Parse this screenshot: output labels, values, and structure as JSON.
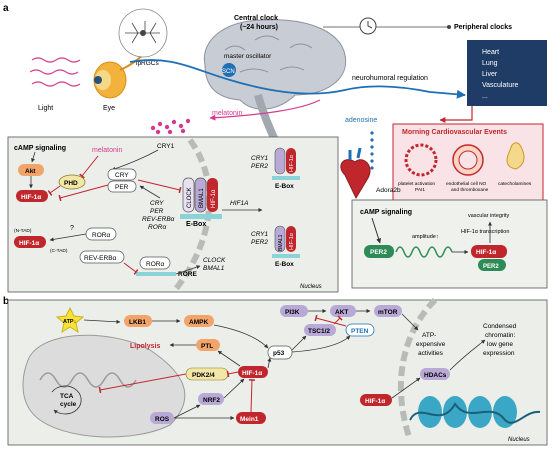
{
  "panel_a": {
    "label": "a",
    "light": "Light",
    "eye": "Eye",
    "iprgcs": "ipRGCs",
    "central_clock_line1": "Central clock",
    "central_clock_line2": "(~24 hours)",
    "peripheral_clocks": "Peripheral clocks",
    "organs": [
      "Heart",
      "Lung",
      "Liver",
      "Vasculature",
      "..."
    ],
    "master_oscillator": "master oscillator",
    "scn": "SCN",
    "neurohumoral": "neurohumoral regulation",
    "melatonin_top": "melatonin",
    "adenosine": "adenosine",
    "morning_title": "Morning Cardiovascular Events",
    "events": [
      {
        "line1": "platelet activation",
        "line2": "PAI1"
      },
      {
        "line1": "endothelial cell NO",
        "line2": "and thromboxane"
      },
      {
        "line1": "catecholamines",
        "line2": ""
      }
    ],
    "adora2b": "Adora2b",
    "camp_right": "cAMP signaling",
    "per2": "PER2",
    "amplitude": "amplitude↑",
    "vascular": "vascular integrity",
    "hif_transcription": "HIF-1α transcription",
    "hif1a": "HIF-1α",
    "per2_small": "PER2",
    "nucleus": "Nucleus",
    "cry1": "CRY1",
    "camp_left": "cAMP signaling",
    "melatonin_left": "melatonin",
    "akt": "Akt",
    "phd": "PHD",
    "cry": "CRY",
    "per": "PER",
    "clock": "CLOCK",
    "bmal1": "BMAL1",
    "hif1a_vert": "HIF-1α",
    "ebox": "E-Box",
    "hif1a_gene": "HIF1A",
    "cry_per_top": [
      "CRY1",
      "PER2"
    ],
    "targets": [
      "CRY",
      "PER",
      "REV-ERBα",
      "RORα"
    ],
    "cry_per_bottom": [
      "CRY1",
      "PER2"
    ],
    "n_tad": "(N-TAD)",
    "c_tad": "(C-TAD)",
    "rora": "RORα",
    "reverba": "REV-ERBα",
    "rora2": "RORα",
    "rore": "RORE",
    "clock_bmal_targets": [
      "CLOCK",
      "BMAL1"
    ],
    "question": "?"
  },
  "panel_b": {
    "label": "b",
    "atp": "ATP↓",
    "lkb1": "LKB1",
    "ampk": "AMPK",
    "pi3k": "PI3K",
    "akt": "AKT",
    "mtor": "mTOR",
    "tsc": "TSC1/2",
    "pten": "PTEN",
    "atp_exp": [
      "ATP-",
      "expensive",
      "activities"
    ],
    "condensed": [
      "Condensed",
      "chromatin:",
      "low gene",
      "expression"
    ],
    "lipolysis": "Lipolysis",
    "ptl": "PTL",
    "p53": "p53",
    "pdk": "PDK2/4",
    "hif1a": "HIF-1α",
    "tca": [
      "TCA",
      "cycle"
    ],
    "nrf2": "NRF2",
    "ros": "ROS",
    "mein1": "Mein1",
    "hdacs": "HDACs",
    "hif1a_right": "HIF-1α",
    "nucleus": "Nucleus"
  },
  "colors": {
    "hif": "#c0272d",
    "orange": "#f2a56b",
    "purple": "#b8a9d6",
    "green": "#2e8b57",
    "blue": "#1f6fb5",
    "pink": "#d63a8f",
    "navy": "#1f3c66"
  }
}
